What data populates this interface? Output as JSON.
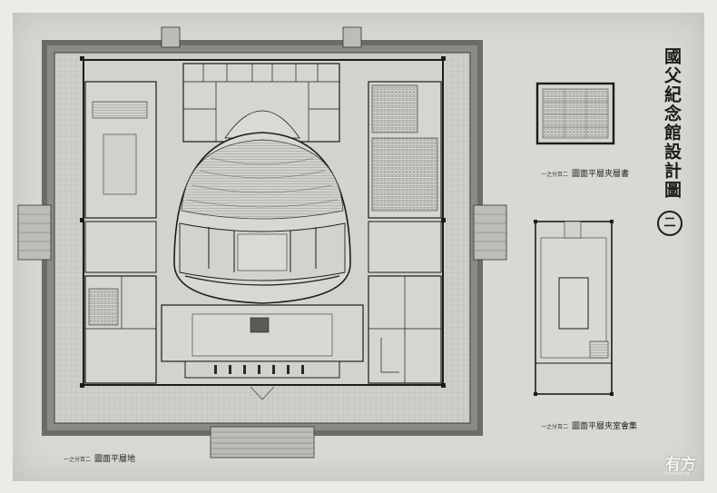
{
  "drawing": {
    "title": "國父紀念館設計圖",
    "sheet_number": "二"
  },
  "plans": {
    "ground_floor": {
      "caption": "圖面平層地",
      "scale": "一之分百二"
    },
    "upper_east": {
      "caption": "圖面平層夾層書",
      "scale": "一之分百二"
    },
    "upper_west": {
      "caption": "圖面平層夾室會集",
      "scale": "一之分百二"
    }
  },
  "watermark": {
    "text": "有方",
    "subtext": "youfang"
  },
  "colors": {
    "paper": "#d9d9d3",
    "ink": "#1c1c1c",
    "frame": "#5a5a58",
    "grid": "#b8b8b2"
  }
}
